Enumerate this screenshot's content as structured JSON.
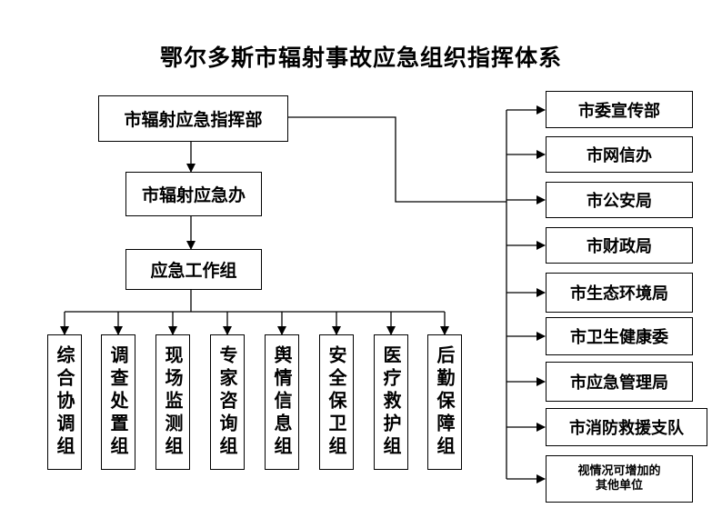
{
  "title": "鄂尔多斯市辐射事故应急组织指挥体系",
  "command": "市辐射应急指挥部",
  "office": "市辐射应急办",
  "work_group": "应急工作组",
  "groups": [
    "综合协调组",
    "调查处置组",
    "现场监测组",
    "专家咨询组",
    "舆情信息组",
    "安全保卫组",
    "医疗救护组",
    "后勤保障组"
  ],
  "departments": [
    "市委宣传部",
    "市网信办",
    "市公安局",
    "市财政局",
    "市生态环境局",
    "市卫生健康委",
    "市应急管理局",
    "市消防救援支队",
    "视情况可增加的\n其他单位"
  ]
}
